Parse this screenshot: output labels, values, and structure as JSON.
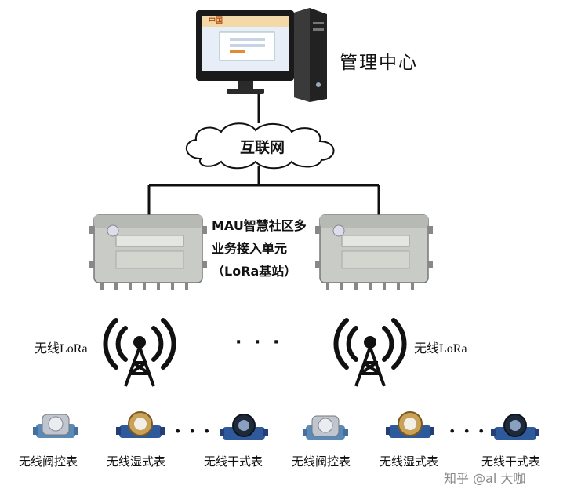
{
  "management_center": {
    "label": "管理中心",
    "screen_banner": "中国"
  },
  "internet": {
    "label": "互联网"
  },
  "base_station": {
    "label_line1": "MAU智慧社区多",
    "label_line2": "业务接入单元",
    "label_line3": "（LoRa基站）"
  },
  "wireless": {
    "left_label": "无线LoRa",
    "right_label": "无线LoRa",
    "ellipsis": "· · ·"
  },
  "meters": {
    "items": [
      {
        "label": "无线阀控表"
      },
      {
        "label": "无线湿式表"
      },
      {
        "label": "无线干式表"
      },
      {
        "label": "无线阀控表"
      },
      {
        "label": "无线湿式表"
      },
      {
        "label": "无线干式表"
      }
    ],
    "ellipsis": "• • •"
  },
  "watermark": {
    "text": "知乎 @al 大咖"
  }
}
